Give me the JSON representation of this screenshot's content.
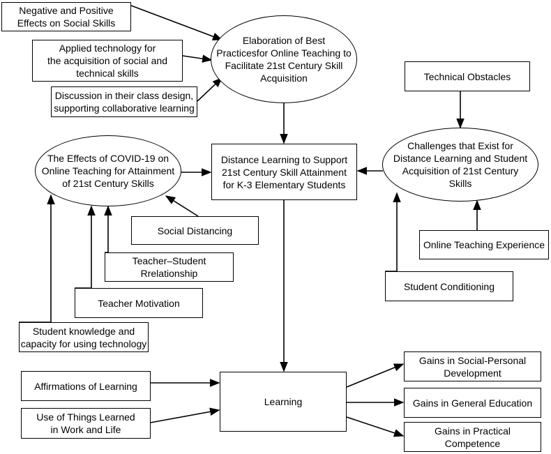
{
  "nodes": {
    "neg_pos": "Negative and Positive\nEffects on Social Skills",
    "applied_tech": "Applied technology for\nthe acquisition of social and\ntechnical skills",
    "discussion": "Discussion in their class design,\nsupporting collaborative learning",
    "best_practices": "Elaboration of Best\nPracticesfor Online Teaching to\nFacilitate 21st Century Skill\nAcquisition",
    "technical_obstacles": "Technical Obstacles",
    "covid_effects": "The Effects of COVID-19 on\nOnline Teaching for Attainment\nof 21st Century Skills",
    "distance_learning": "Distance Learning to Support\n21st Century Skill Attainment\nfor K-3 Elementary Students",
    "challenges": "Challenges that Exist for\nDistance Learning and Student\nAcquisition of 21st Century\nSkills",
    "social_distancing": "Social Distancing",
    "teacher_student": "Teacher–Student\nRrelationship",
    "online_experience": "Online Teaching Experience",
    "teacher_motivation": "Teacher Motivation",
    "student_conditioning": "Student Conditioning",
    "student_knowledge": "Student knowledge and\ncapacity for using technology",
    "affirmations": "Affirmations of Learning",
    "use_of_things": "Use of Things Learned\nin Work and Life",
    "learning": "Learning",
    "gains_social": "Gains in Social-Personal\nDevelopment",
    "gains_general": "Gains in General Education",
    "gains_practical": "Gains in Practical\nCompetence"
  }
}
